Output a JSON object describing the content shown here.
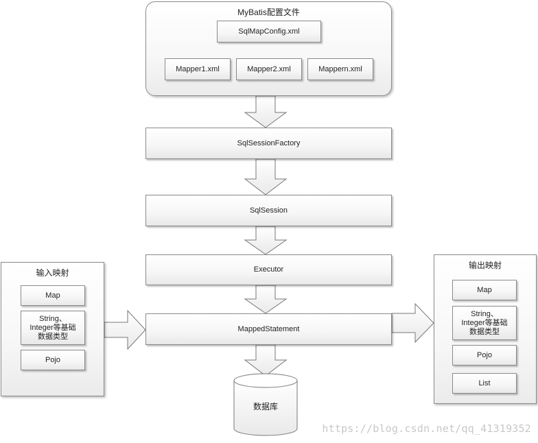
{
  "config_panel": {
    "title": "MyBatis配置文件",
    "main_file": "SqlMapConfig.xml",
    "mapper_files": [
      "Mapper1.xml",
      "Mapper2.xml",
      "Mappern.xml"
    ]
  },
  "pipeline": {
    "factory": "SqlSessionFactory",
    "session": "SqlSession",
    "executor": "Executor",
    "mapped_statement": "MappedStatement",
    "database": "数据库"
  },
  "input_mapping": {
    "title": "输入映射",
    "items": [
      "Map",
      "String、\nInteger等基础\n数据类型",
      "Pojo"
    ]
  },
  "output_mapping": {
    "title": "输出映射",
    "items": [
      "Map",
      "String、\nInteger等基础\n数据类型",
      "Pojo",
      "List"
    ]
  },
  "watermark": "https://blog.csdn.net/qq_41319352"
}
